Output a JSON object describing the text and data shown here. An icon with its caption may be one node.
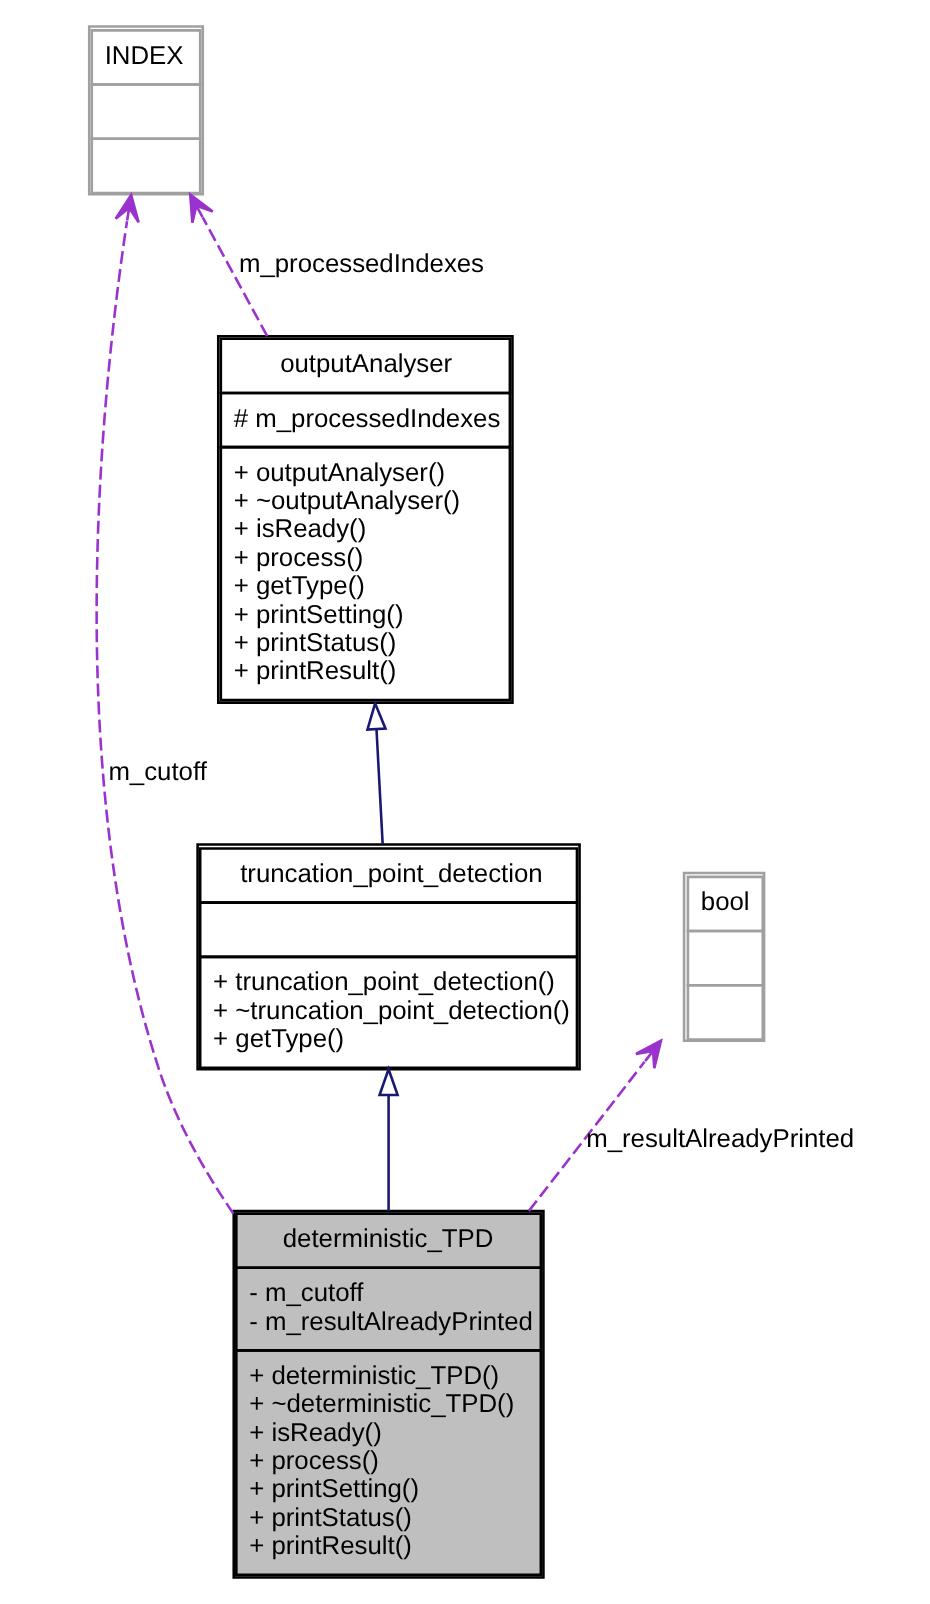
{
  "diagram": {
    "nodes": [
      {
        "text": [
          "INDEX"
        ]
      },
      {
        "text": [
          "outputAnalyser",
          "# m_processedIndexes",
          "+ outputAnalyser()",
          "+ ~outputAnalyser()",
          "+ isReady()",
          "+ process()",
          "+ getType()",
          "+ printSetting()",
          "+ printStatus()",
          "+ printResult()"
        ]
      },
      {
        "text": [
          "truncation_point_detection",
          "+ truncation_point_detection()",
          "+ ~truncation_point_detection()",
          "+ getType()"
        ]
      },
      {
        "text": [
          "bool"
        ]
      },
      {
        "text": [
          "deterministic_TPD",
          "- m_cutoff",
          "- m_resultAlreadyPrinted",
          "+ deterministic_TPD()",
          "+ ~deterministic_TPD()",
          "+ isReady()",
          "+ process()",
          "+ printSetting()",
          "+ printStatus()",
          "+ printResult()"
        ]
      }
    ],
    "edges": [
      {
        "from": 1,
        "to": 0,
        "arrow": "to",
        "style": "dashed",
        "label": "m_processedIndexes"
      },
      {
        "from": 2,
        "to": 1,
        "arrow": "to",
        "color": "#191970"
      },
      {
        "from": 4,
        "to": 0,
        "arrow": "to",
        "style": "dashed",
        "label": "m_cutoff"
      },
      {
        "from": 4,
        "to": 2,
        "arrow": "to",
        "color": "#191970"
      },
      {
        "from": 4,
        "to": 3,
        "arrow": "to",
        "style": "dashed",
        "label": "m_resultAlreadyPrinted"
      }
    ]
  }
}
